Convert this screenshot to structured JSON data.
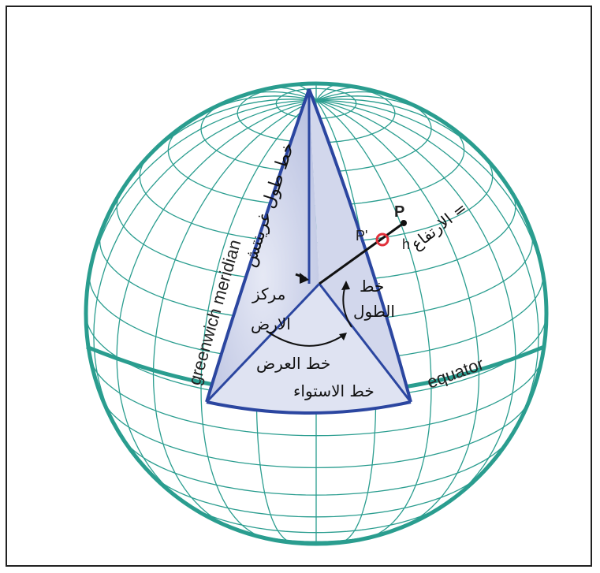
{
  "labels": {
    "greenwich_meridian_en": "greenwich meridian",
    "greenwich_meridian_ar": "خط طول غرينتش",
    "equator_en": "equator",
    "equator_ar": "خط الاستواء",
    "earth_center_line1": "مركز",
    "earth_center_line2": "الارض",
    "latitude": "خط العرض",
    "longitude_line1": "خط",
    "longitude_line2": "الطول",
    "height": "الارتفاع =",
    "point_p": "P",
    "point_p_prime": "P'",
    "h": "h"
  },
  "colors": {
    "grid": "#2a9d8f",
    "sector_fill": "#c9cfe6",
    "sector_edge": "#2b46a0",
    "point_ring": "#e0303a",
    "frame": "#222222"
  }
}
